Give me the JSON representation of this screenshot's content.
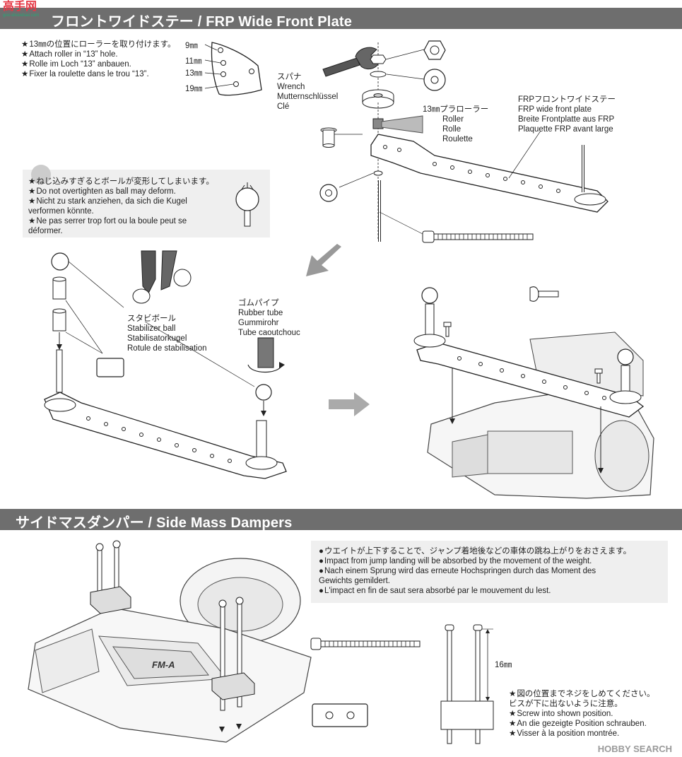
{
  "brand": {
    "logo_text": "高手网",
    "logo_url": "goo-shoushao.com"
  },
  "section1": {
    "title": "フロントワイドステー / FRP Wide Front Plate",
    "roller_note": [
      "13㎜の位置にローラーを取り付けます。",
      "Attach roller in “13” hole.",
      "Rolle im Loch “13” anbauen.",
      "Fixer la roulette dans le trou “13”."
    ],
    "hole_labels": [
      "9㎜",
      "11㎜",
      "13㎜",
      "19㎜"
    ],
    "wrench_label": [
      "スパナ",
      "Wrench",
      "Mutternschlüssel",
      "Clé"
    ],
    "roller_label": [
      "13㎜プラローラー",
      "Roller",
      "Rolle",
      "Roulette"
    ],
    "plate_label": [
      "FRPフロントワイドステー",
      "FRP wide front plate",
      "Breite Frontplatte aus FRP",
      "Plaquette FRP avant large"
    ],
    "tighten_note": [
      "ねじ込みすぎるとボールが変形してしまいます。",
      "Do not overtighten as ball may deform.",
      "Nicht zu stark anziehen, da sich die Kugel",
      "verformen könnte.",
      "Ne pas serrer trop fort ou la boule peut se",
      "déformer."
    ],
    "stabilizer_label": [
      "スタビボール",
      "Stabilizer ball",
      "Stabilisatorkugel",
      "Rotule de stabilisation"
    ],
    "rubber_label": [
      "ゴムパイプ",
      "Rubber tube",
      "Gummirohr",
      "Tube caoutchouc"
    ]
  },
  "section2": {
    "title": "サイドマスダンパー / Side Mass Dampers",
    "impact_note": [
      "ウエイトが上下することで、ジャンプ着地後などの車体の跳ね上がりをおさえます。",
      "Impact from jump landing will be absorbed by the movement of the weight.",
      "Nach einem Sprung wird das erneute Hochspringen durch das Moment des",
      "Gewichts gemildert.",
      "L'impact en fin de saut sera absorbé par le mouvement du lest."
    ],
    "dimension_label": "16㎜",
    "screw_note": [
      "図の位置までネジをしめてください。",
      "ビスが下に出ないように注意。",
      "Screw into shown position.",
      "An die gezeigte Position schrauben.",
      "Visser à la position montrée."
    ],
    "body_brand": "FM-A"
  },
  "watermark": "HOBBY SEARCH",
  "colors": {
    "header_bg": "#6e6e6e",
    "header_text": "#ffffff",
    "note_bg": "#efefef",
    "logo_red": "#e63946"
  }
}
